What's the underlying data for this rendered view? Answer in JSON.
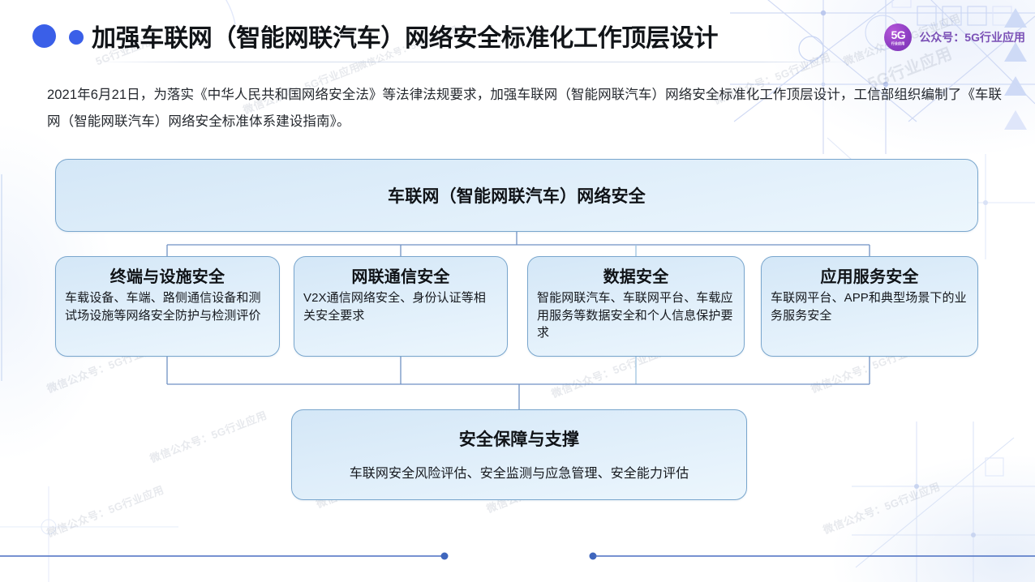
{
  "header": {
    "title": "加强车联网（智能网联汽车）网络安全标准化工作顶层设计",
    "brand": {
      "logo_main": "5G",
      "logo_sub": "行业应用",
      "label": "公众号：5G行业应用",
      "color": "#7b51b6"
    },
    "bullet_color": "#3a5fe8"
  },
  "intro": {
    "paragraph": "2021年6月21日，为落实《中华人民共和国网络安全法》等法律法规要求，加强车联网（智能网联汽车）网络安全标准化工作顶层设计，工信部组织编制了《车联网（智能网联汽车）网络安全标准体系建设指南》。"
  },
  "diagram": {
    "root": {
      "title": "车联网（智能网联汽车）网络安全"
    },
    "branches": [
      {
        "title": "终端与设施安全",
        "desc": "车载设备、车端、路侧通信设备和测试场设施等网络安全防护与检测评价"
      },
      {
        "title": "网联通信安全",
        "desc": "V2X通信网络安全、身份认证等相关安全要求"
      },
      {
        "title": "数据安全",
        "desc": "智能网联汽车、车联网平台、车载应用服务等数据安全和个人信息保护要求"
      },
      {
        "title": "应用服务安全",
        "desc": "车联网平台、APP和典型场景下的业务服务安全"
      }
    ],
    "bottom": {
      "title": "安全保障与支撑",
      "desc": "车联网安全风险评估、安全监测与应急管理、安全能力评估"
    },
    "node_border_color": "#79a6cd",
    "connector_color": "#6f91c4"
  },
  "watermarks": {
    "text": "微信公众号：5G行业应用",
    "short_text": "5G行业应用"
  }
}
